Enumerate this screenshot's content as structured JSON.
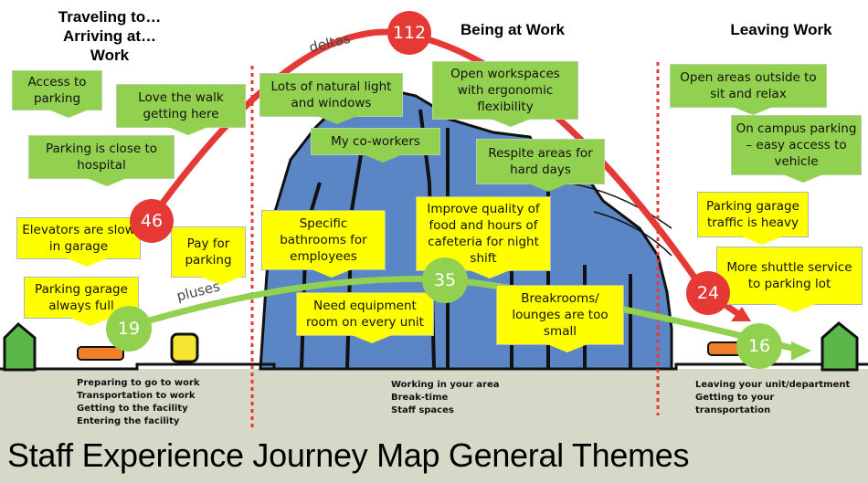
{
  "title": "Staff Experience Journey Map General Themes",
  "phases": [
    {
      "name": "Traveling to… Arriving at… Work",
      "lines": [
        "Traveling to…",
        "Arriving at…",
        "Work"
      ]
    },
    {
      "name": "Being at Work",
      "lines": [
        "Being at Work"
      ]
    },
    {
      "name": "Leaving Work",
      "lines": [
        "Leaving Work"
      ]
    }
  ],
  "curves": {
    "deltas": {
      "label": "deltas",
      "color": "#e53935",
      "points": [
        46,
        112,
        24
      ]
    },
    "pluses": {
      "label": "pluses",
      "color": "#92d050",
      "points": [
        19,
        35,
        16
      ]
    }
  },
  "badges": {
    "d1": "46",
    "d2": "112",
    "d3": "24",
    "p1": "19",
    "p2": "35",
    "p3": "16"
  },
  "notes": {
    "arriving": {
      "positive": [
        "Access to parking",
        "Love the walk getting here",
        "Parking is close to hospital"
      ],
      "improve": [
        "Elevators are slow in garage",
        "Pay for parking",
        "Parking garage always full"
      ]
    },
    "at_work": {
      "positive": [
        "Lots of natural light and windows",
        "Open workspaces with ergonomic flexibility",
        "My co-workers",
        "Respite areas for hard days"
      ],
      "improve": [
        "Specific bathrooms for employees",
        "Improve quality of food and hours of cafeteria for night shift",
        "Need equipment room on every unit",
        "Breakrooms/ lounges are too small"
      ]
    },
    "leaving": {
      "positive": [
        "Open areas outside to sit and relax",
        "On campus parking – easy access to vehicle"
      ],
      "improve": [
        "Parking garage traffic is heavy",
        "More shuttle service to parking lot"
      ]
    }
  },
  "stages": {
    "arriving": [
      "Preparing to go to work",
      "Transportation to work",
      "Getting to the facility",
      "Entering the facility"
    ],
    "at_work": [
      "Working in your area",
      "Break-time",
      "Staff spaces"
    ],
    "leaving": [
      "Leaving your unit/department",
      "Getting to your",
      "transportation"
    ]
  },
  "colors": {
    "positive_note": "#92d050",
    "improve_note": "#ffff00",
    "delta_curve": "#e53935",
    "plus_curve": "#92d050",
    "building": "#5b86c5",
    "ground": "#d8d8c8",
    "divider": "#e53935"
  }
}
